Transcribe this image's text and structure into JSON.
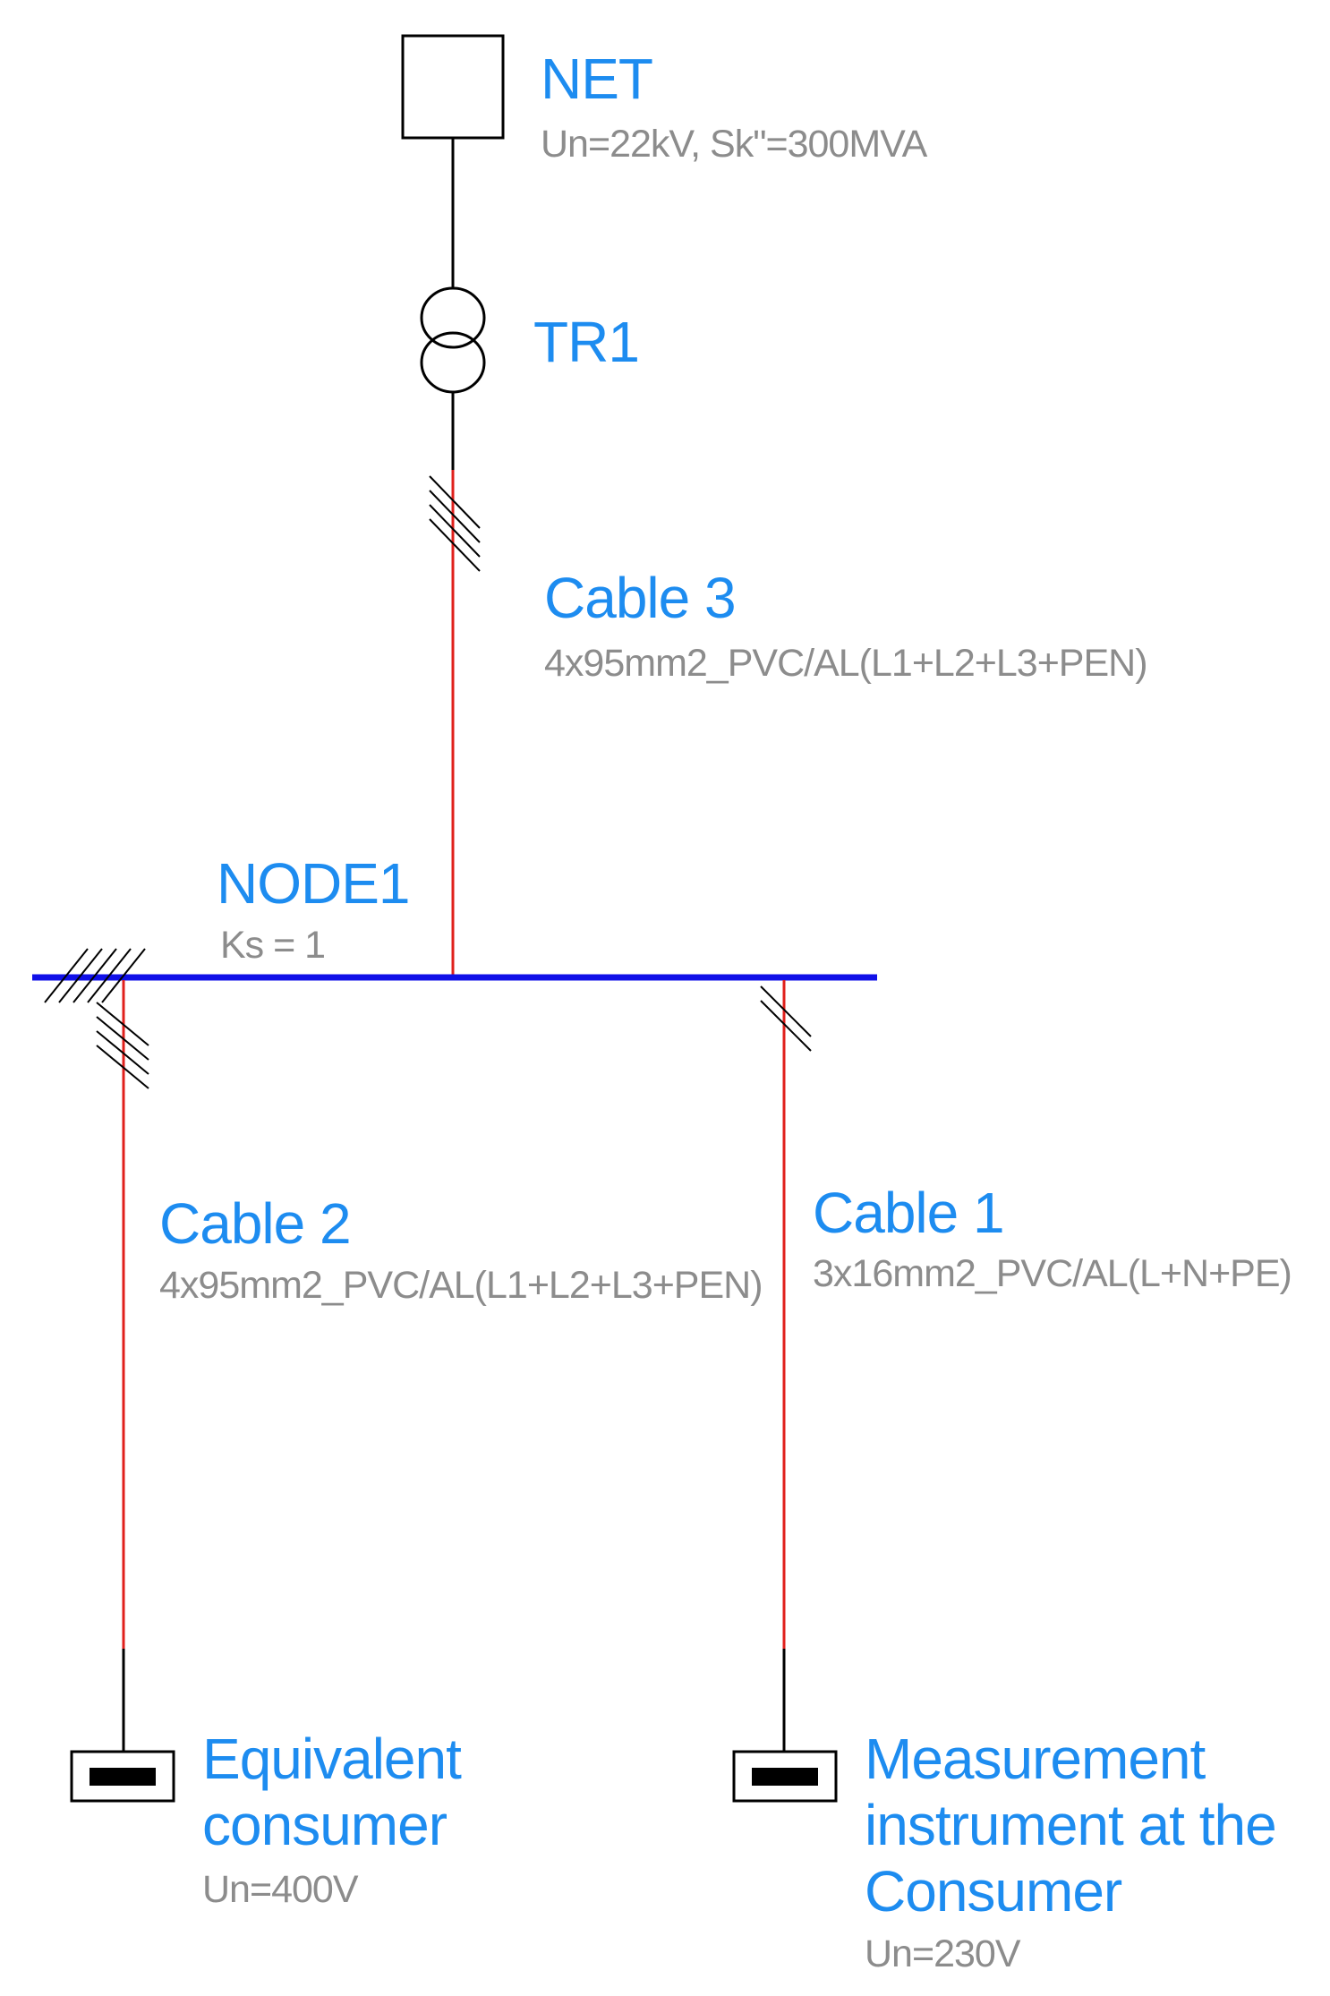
{
  "net": {
    "name": "NET",
    "params": "Un=22kV, Sk\"=300MVA"
  },
  "transformer": {
    "name": "TR1"
  },
  "cable3": {
    "name": "Cable 3",
    "spec": "4x95mm2_PVC/AL(L1+L2+L3+PEN)"
  },
  "node1": {
    "name": "NODE1",
    "params": "Ks = 1"
  },
  "cable2": {
    "name": "Cable 2",
    "spec": "4x95mm2_PVC/AL(L1+L2+L3+PEN)"
  },
  "cable1": {
    "name": "Cable 1",
    "spec": "3x16mm2_PVC/AL(L+N+PE)"
  },
  "consumer_equivalent": {
    "name_line1": "Equivalent",
    "name_line2": "consumer",
    "params": "Un=400V"
  },
  "consumer_measurement": {
    "name_line1": "Measurement",
    "name_line2": "instrument at the",
    "name_line3": "Consumer",
    "params": "Un=230V"
  },
  "colors": {
    "label_blue": "#1d8cf0",
    "label_gray": "#8c8c8c",
    "cable_red": "#e0201c",
    "busbar_blue": "#1010e8",
    "line_black": "#000000"
  }
}
